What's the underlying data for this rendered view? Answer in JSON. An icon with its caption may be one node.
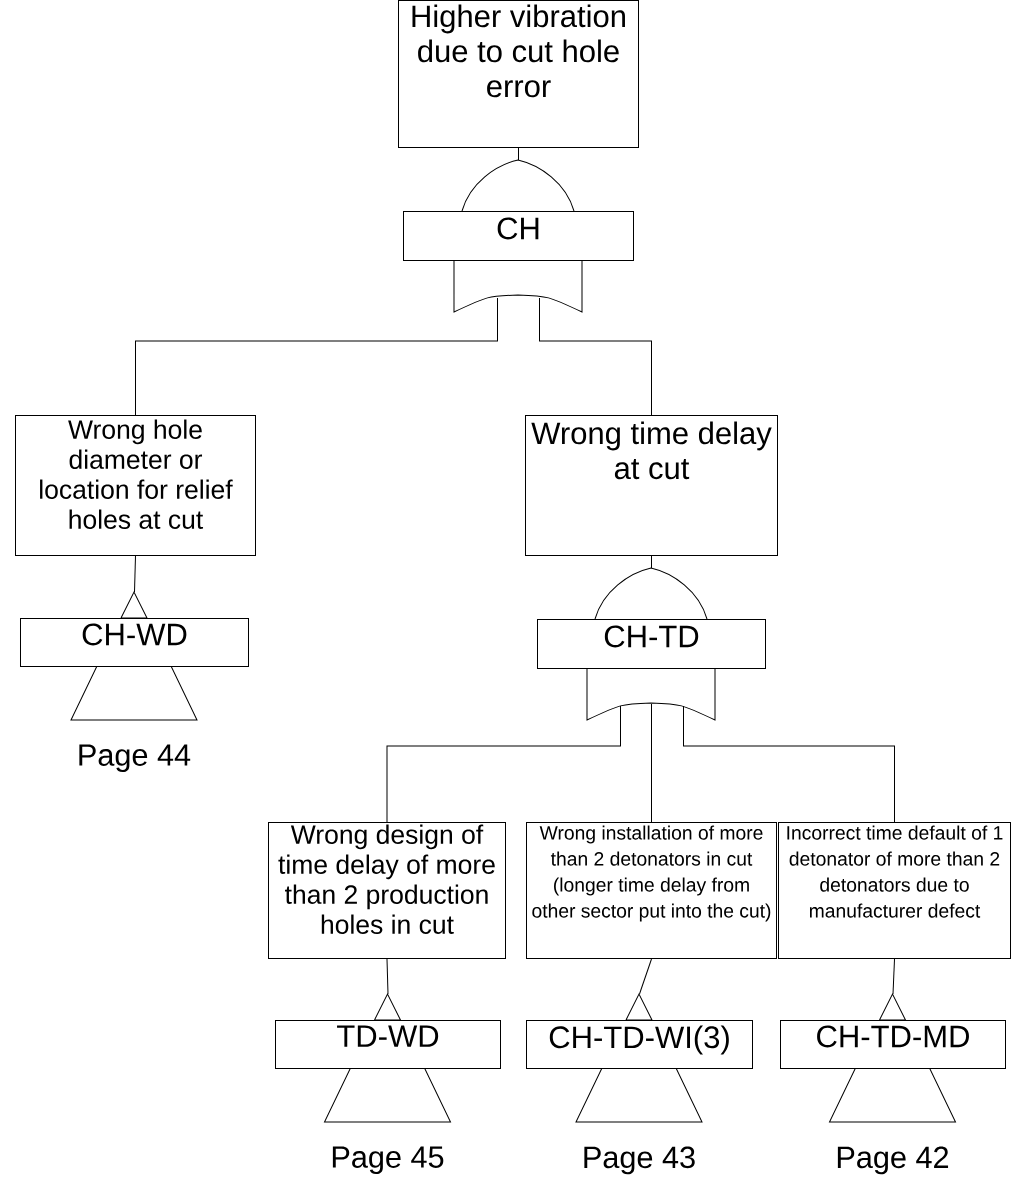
{
  "diagram": {
    "nodes": [
      {
        "text": [
          "Higher vibration due to cut hole error"
        ]
      },
      {
        "text": [
          "CH"
        ]
      },
      {
        "text": [
          "Wrong hole diameter or location for relief holes at cut"
        ]
      },
      {
        "text": [
          "Wrong time delay at cut"
        ]
      },
      {
        "text": [
          "CH-WD"
        ],
        "beside": [
          "Page 44"
        ]
      },
      {
        "text": [
          "CH-TD"
        ]
      },
      {
        "text": [
          "Wrong design of time delay of more than 2 production holes in cut"
        ]
      },
      {
        "text": [
          "Wrong installation of more than 2 detonators in cut (longer time delay from other sector put into the cut)"
        ]
      },
      {
        "text": [
          "Incorrect time default of 1 detonator of more than 2 detonators due to manufacturer defect"
        ]
      },
      {
        "text": [
          "TD-WD"
        ],
        "beside": [
          "Page 45"
        ]
      },
      {
        "text": [
          "CH-TD-WI(3)"
        ],
        "beside": [
          "Page 43"
        ]
      },
      {
        "text": [
          "CH-TD-MD"
        ],
        "beside": [
          "Page 42"
        ]
      }
    ],
    "edges": [
      {
        "from": 0,
        "to": 1,
        "arrow": "none"
      },
      {
        "from": 1,
        "to": 2,
        "arrow": "none"
      },
      {
        "from": 1,
        "to": 3,
        "arrow": "none"
      },
      {
        "from": 2,
        "to": 4,
        "arrow": "none"
      },
      {
        "from": 3,
        "to": 5,
        "arrow": "none"
      },
      {
        "from": 5,
        "to": 6,
        "arrow": "none"
      },
      {
        "from": 5,
        "to": 7,
        "arrow": "none"
      },
      {
        "from": 5,
        "to": 8,
        "arrow": "none"
      },
      {
        "from": 6,
        "to": 9,
        "arrow": "none"
      },
      {
        "from": 7,
        "to": 10,
        "arrow": "none"
      },
      {
        "from": 8,
        "to": 11,
        "arrow": "none"
      }
    ]
  }
}
